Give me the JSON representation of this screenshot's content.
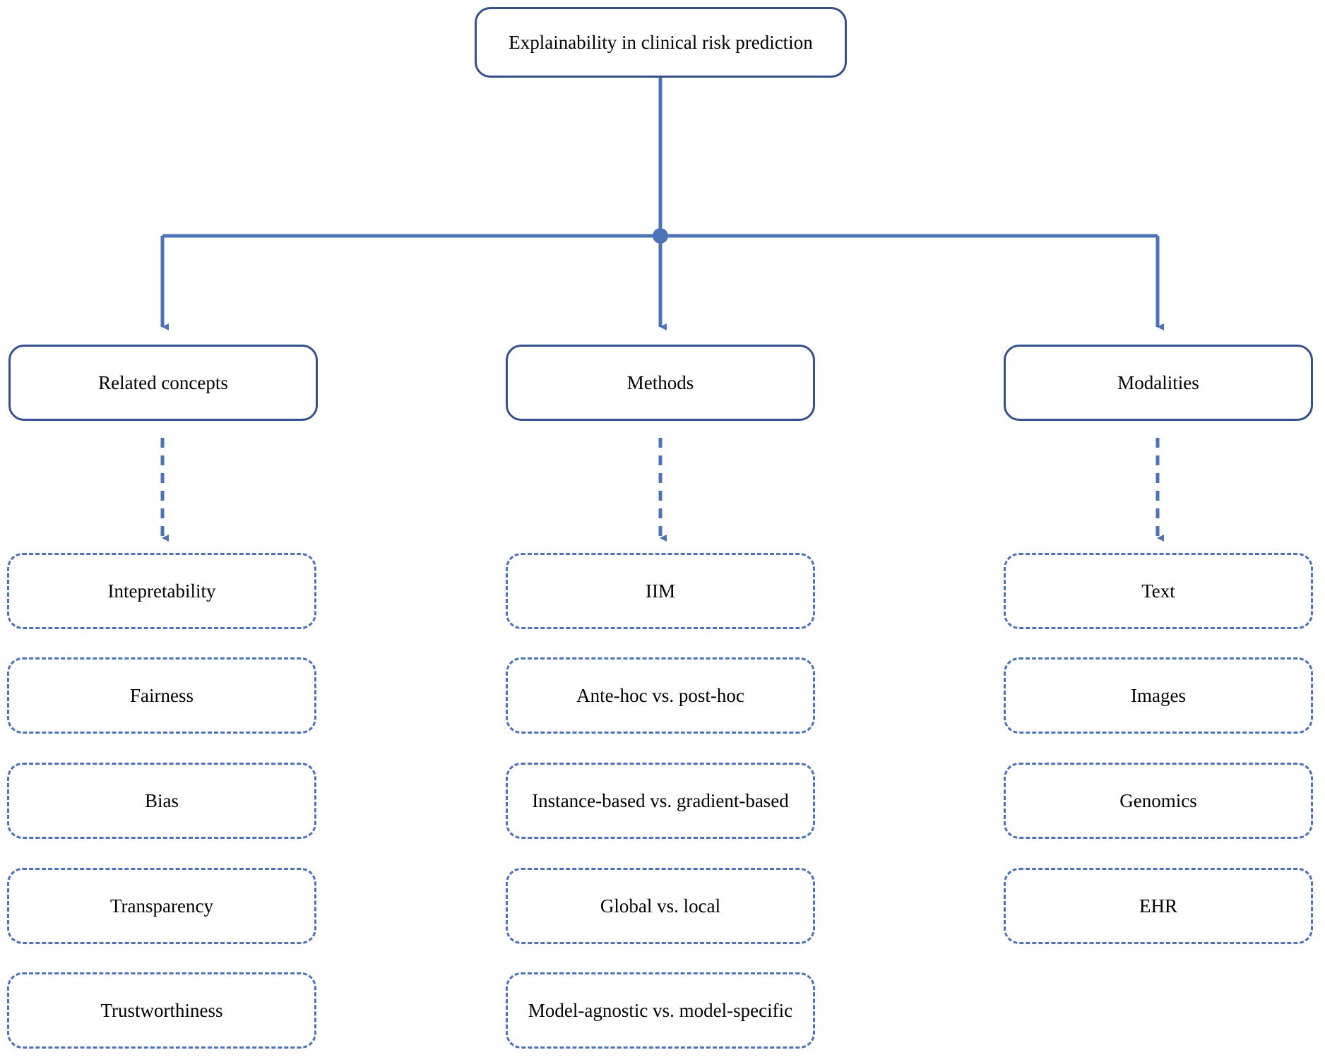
{
  "diagram": {
    "type": "tree",
    "orientation": "top-down",
    "colors": {
      "solid_border": "#34518E",
      "dashed_border": "#4E72B8",
      "connector": "#4E72B8",
      "text": "#000000",
      "background": "#FFFFFF"
    },
    "root": {
      "label": "Explainability in clinical risk prediction"
    },
    "branches": [
      {
        "id": "related-concepts",
        "label": "Related concepts",
        "children": [
          {
            "label": "Intepretability"
          },
          {
            "label": "Fairness"
          },
          {
            "label": "Bias"
          },
          {
            "label": "Transparency"
          },
          {
            "label": "Trustworthiness"
          }
        ]
      },
      {
        "id": "methods",
        "label": "Methods",
        "children": [
          {
            "label": "IIM"
          },
          {
            "label": "Ante-hoc vs. post-hoc"
          },
          {
            "label": "Instance-based vs. gradient-based"
          },
          {
            "label": "Global vs. local"
          },
          {
            "label": "Model-agnostic vs. model-specific"
          }
        ]
      },
      {
        "id": "modalities",
        "label": "Modalities",
        "children": [
          {
            "label": "Text"
          },
          {
            "label": "Images"
          },
          {
            "label": "Genomics"
          },
          {
            "label": "EHR"
          }
        ]
      }
    ],
    "connectors": {
      "root_to_bus": "solid-line-with-junction-dot",
      "bus_to_category": "solid-elbow-with-arrowhead",
      "category_to_children": "dashed-line-with-arrowhead"
    }
  }
}
